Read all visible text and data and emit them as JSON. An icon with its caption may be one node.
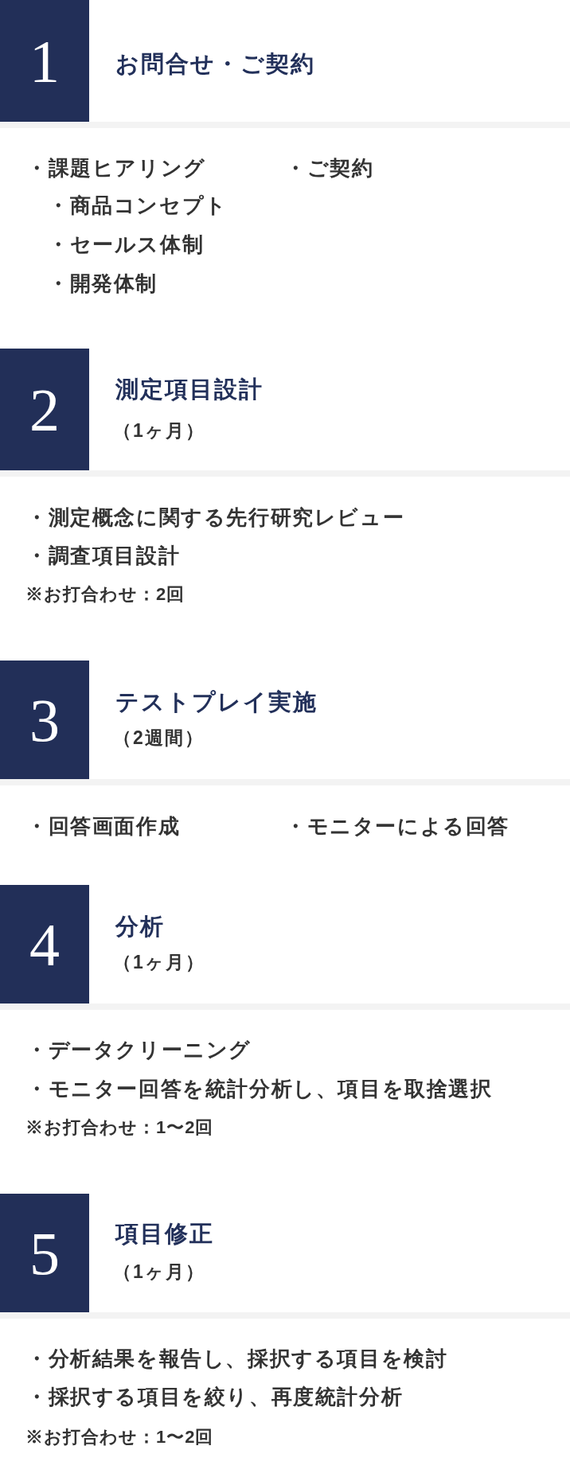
{
  "diagram": {
    "nodes": [
      {
        "text": [
          "お問合せ・ご契約"
        ]
      },
      {
        "text": [
          "1"
        ],
        "in": 0
      },
      {
        "text": [
          "測定項目設計",
          "（1ヶ月）"
        ]
      },
      {
        "text": [
          "2"
        ],
        "in": 2
      },
      {
        "text": [
          "テストプレイ実施",
          "（2週間）"
        ]
      },
      {
        "text": [
          "3"
        ],
        "in": 4
      },
      {
        "text": [
          "分析",
          "（1ヶ月）"
        ]
      },
      {
        "text": [
          "4"
        ],
        "in": 6
      },
      {
        "text": [
          "項目修正",
          "（1ヶ月）"
        ]
      },
      {
        "text": [
          "5"
        ],
        "in": 8
      }
    ],
    "labels": [
      "・課題ヒアリング",
      "・ご契約",
      "・商品コンセプト",
      "・セールス体制",
      "・開発体制",
      "・測定概念に関する先行研究レビュー",
      "・調査項目設計",
      "※お打合わせ：2回",
      "・回答画面作成",
      "・モニターによる回答",
      "・データクリーニング",
      "・モニター回答を統計分析し、項目を取捨選択",
      "※お打合わせ：1〜2回",
      "・分析結果を報告し、採択する項目を検討",
      "・採択する項目を絞り、再度統計分析",
      "※お打合わせ：1〜2回"
    ]
  }
}
